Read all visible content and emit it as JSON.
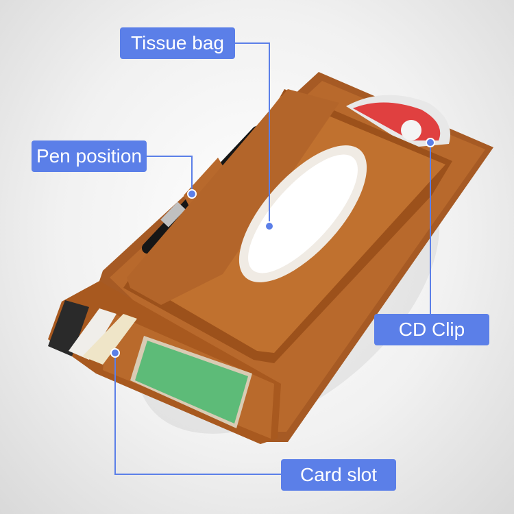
{
  "labels": {
    "tissue_bag": "Tissue bag",
    "pen_position": "Pen position",
    "cd_clip": "CD Clip",
    "card_slot": "Card slot"
  },
  "colors": {
    "label_bg": "#5b7fe8",
    "leather": "#b8692c"
  }
}
